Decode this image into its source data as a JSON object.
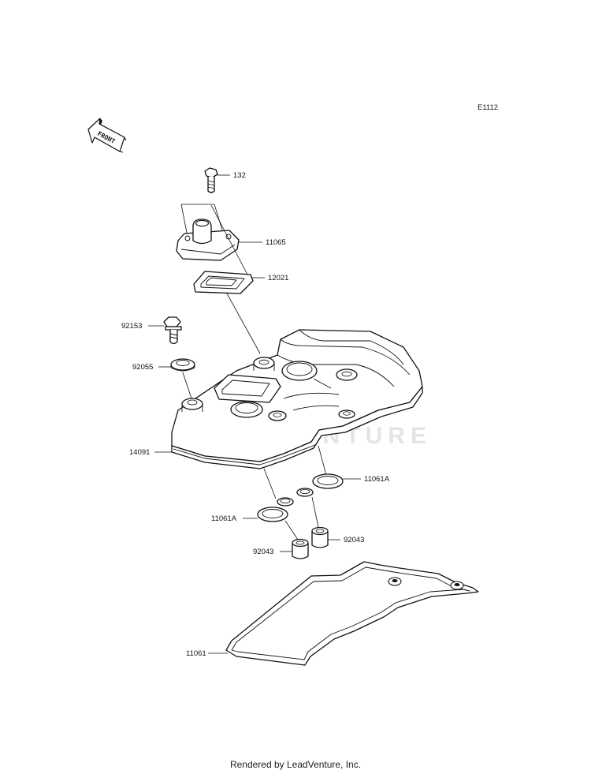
{
  "diagram": {
    "code": "E1112",
    "front_label": "FRONT",
    "watermark": "LEADVENTURE",
    "parts": [
      {
        "id": "132"
      },
      {
        "id": "11065"
      },
      {
        "id": "12021"
      },
      {
        "id": "92153"
      },
      {
        "id": "92055"
      },
      {
        "id": "14091"
      },
      {
        "id": "11061A",
        "instance": "right"
      },
      {
        "id": "11061A",
        "instance": "left"
      },
      {
        "id": "92043",
        "instance": "right"
      },
      {
        "id": "92043",
        "instance": "left"
      },
      {
        "id": "11061"
      }
    ]
  },
  "footer": "Rendered by LeadVenture, Inc."
}
